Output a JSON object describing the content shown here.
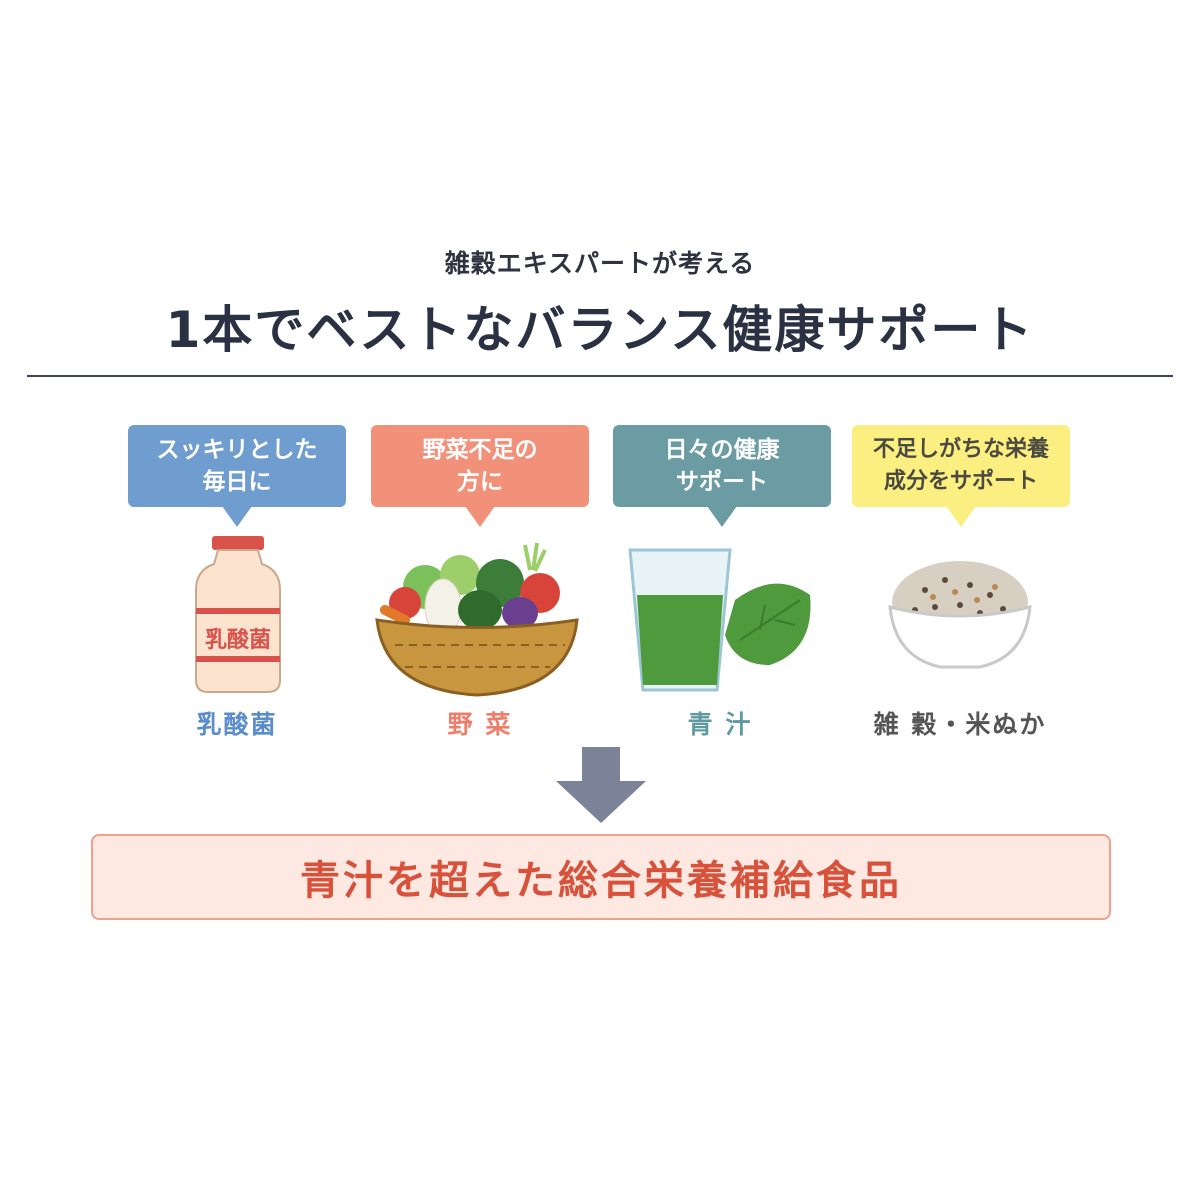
{
  "header": {
    "subtitle": "雑穀エキスパートが考える",
    "title": "1本でベストなバランス健康サポート"
  },
  "items": [
    {
      "bubble": "スッキリとした\n毎日に",
      "label": "乳酸菌",
      "bottle_text": "乳酸菌",
      "color": "#6f9dd0"
    },
    {
      "bubble": "野菜不足の\n方に",
      "label": "野 菜",
      "color": "#f1917a"
    },
    {
      "bubble": "日々の健康\nサポート",
      "label": "青 汁",
      "color": "#6b9ca3"
    },
    {
      "bubble": "不足しがちな栄養\n成分をサポート",
      "label": "雑 穀・米ぬか",
      "color": "#fbef82"
    }
  ],
  "result": {
    "text": "青汁を超えた総合栄養補給食品"
  },
  "colors": {
    "arrow": "#7c8398",
    "result_border": "#f1a08c",
    "result_bg": "#fde8e2",
    "result_text": "#d8513a"
  }
}
